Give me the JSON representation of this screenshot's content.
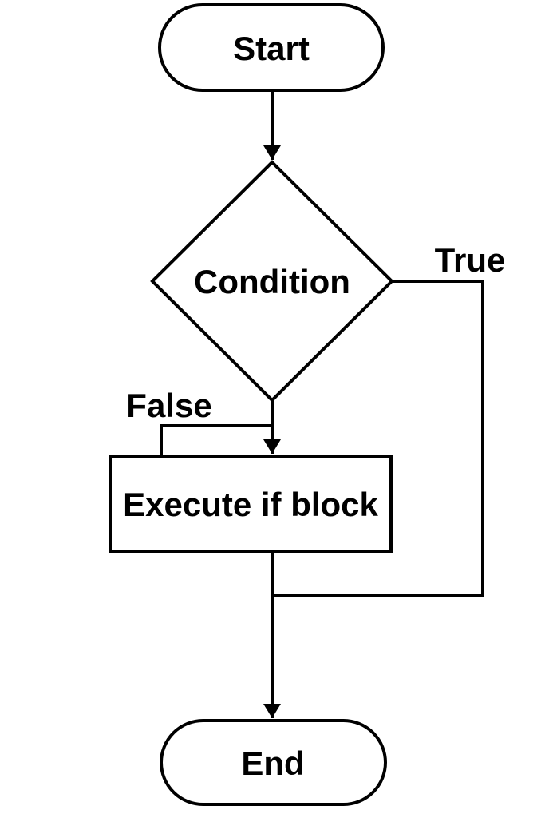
{
  "diagram": {
    "type": "flowchart",
    "direction": "top-down",
    "colors": {
      "background": "#ffffff",
      "node_fill": "#ffffff",
      "stroke": "#000000",
      "text": "#000000"
    },
    "nodes": [
      {
        "id": "start",
        "shape": "stadium",
        "label": "Start"
      },
      {
        "id": "condition",
        "shape": "diamond",
        "label": "Condition"
      },
      {
        "id": "execute_if_block",
        "shape": "rectangle",
        "label": "Execute if block"
      },
      {
        "id": "end",
        "shape": "stadium",
        "label": "End"
      }
    ],
    "edges": [
      {
        "from": "start",
        "to": "condition",
        "label": ""
      },
      {
        "from": "condition",
        "to": "end",
        "label": "True"
      },
      {
        "from": "condition",
        "to": "execute_if_block",
        "label": "False"
      },
      {
        "from": "execute_if_block",
        "to": "end",
        "label": ""
      }
    ]
  }
}
